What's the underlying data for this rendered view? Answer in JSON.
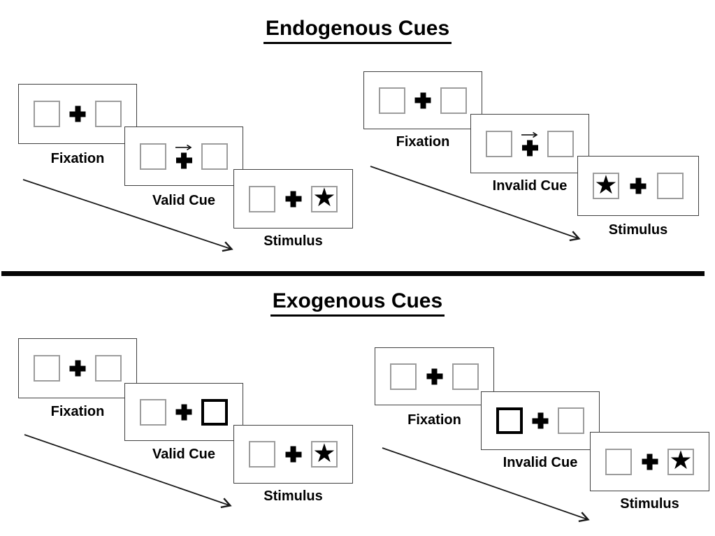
{
  "glyphs": {
    "star": "★"
  },
  "colors": {
    "background": "#ffffff",
    "panel_border": "#3f3f3f",
    "box_border": "#9c9c9c",
    "cue_box_border": "#000000",
    "text": "#000000",
    "divider": "#050505"
  },
  "sections": [
    {
      "title": "Endogenous Cues",
      "cue_style": "central arrow above fixation cross",
      "trials": [
        {
          "name": "valid",
          "fixation_label": "Fixation",
          "cue_label": "Valid Cue",
          "stimulus_label": "Stimulus",
          "cue_type": "central-arrow-right",
          "stimulus_star_side": "right"
        },
        {
          "name": "invalid",
          "fixation_label": "Fixation",
          "cue_label": "Invalid Cue",
          "stimulus_label": "Stimulus",
          "cue_type": "central-arrow-right",
          "stimulus_star_side": "left"
        }
      ]
    },
    {
      "title": "Exogenous Cues",
      "cue_style": "peripheral box highlighted with thick border",
      "trials": [
        {
          "name": "valid",
          "fixation_label": "Fixation",
          "cue_label": "Valid Cue",
          "stimulus_label": "Stimulus",
          "cue_type": "peripheral-box-right",
          "stimulus_star_side": "right"
        },
        {
          "name": "invalid",
          "fixation_label": "Fixation",
          "cue_label": "Invalid Cue",
          "stimulus_label": "Stimulus",
          "cue_type": "peripheral-box-left",
          "stimulus_star_side": "right"
        }
      ]
    }
  ]
}
